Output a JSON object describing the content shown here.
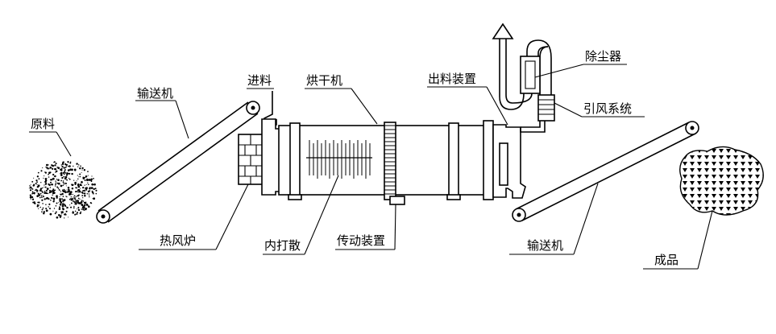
{
  "labels": {
    "raw_material": "原料",
    "conveyor_left": "输送机",
    "feed": "进料",
    "dryer": "烘干机",
    "discharge_device": "出料装置",
    "dust_collector": "除尘器",
    "induced_draft_system": "引风系统",
    "hot_air_furnace": "热风炉",
    "internal_scatter": "内打散",
    "transmission_device": "传动装置",
    "conveyor_right": "输送机",
    "finished_product": "成品"
  }
}
